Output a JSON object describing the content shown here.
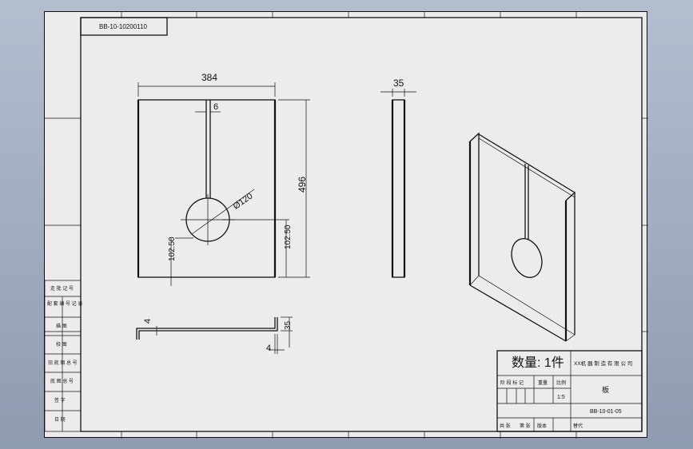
{
  "drawing_number_box": "BB-10-10200110",
  "front_view": {
    "width_dim": "384",
    "slot_dim": "6",
    "hole_dim": "Ø120",
    "height_dim": "496",
    "left_offset_dim": "102.50",
    "right_offset_dim": "102.50"
  },
  "side_view": {
    "thickness_dim": "35"
  },
  "bottom_view": {
    "thickness_dim_left": "4",
    "flange_dim": "35",
    "thickness_dim_right": "4"
  },
  "left_strip": {
    "cells": [
      "走 批 记 号",
      "配 套 编 号 记 录",
      "描 图",
      "校 图",
      "旧 底 图 总 号",
      "底 图 总 号",
      "签 字",
      "日 期"
    ]
  },
  "title_block": {
    "quantity_label": "数量: 1件",
    "company": "XX机 器 制 造 有 限 公 司",
    "stage_label": "阶 段 标 记",
    "weight_label": "重量",
    "scale_label": "比例",
    "scale_value": "1:5",
    "part_name": "板",
    "part_code": "BB-10-01-05",
    "bottom_cells": [
      "共  张",
      "第  张",
      "版本",
      "替代"
    ]
  }
}
